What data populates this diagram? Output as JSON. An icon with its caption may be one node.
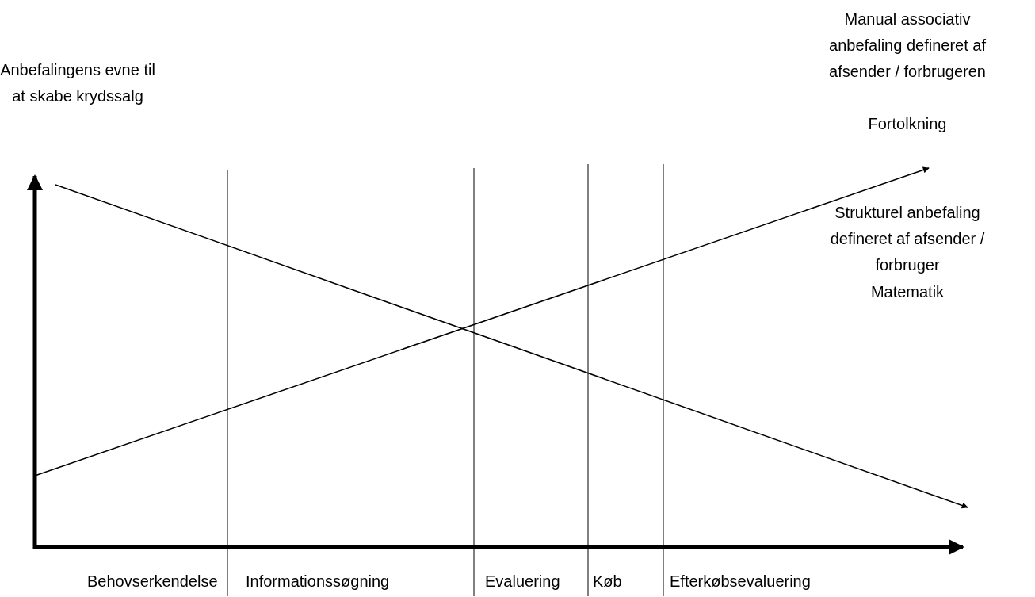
{
  "diagram": {
    "labels": [
      "Manual associativ anbefaling defineret af afsender / forbrugeren",
      "Fortolkning",
      "Anbefalingens evne til at skabe krydssalg",
      "Strukturel anbefaling defineret af afsender / forbruger",
      "Matematik",
      "Behovserkendelse",
      "Informationssøgning",
      "Evaluering",
      "Køb",
      "Efterkøbsevaluering"
    ]
  }
}
